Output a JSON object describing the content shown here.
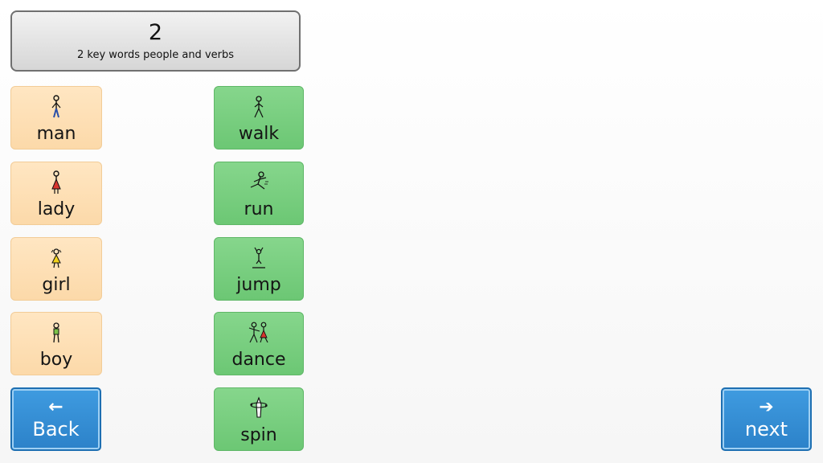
{
  "message": {
    "number": "2",
    "subtitle": "2 key words people and verbs"
  },
  "people": [
    {
      "label": "man",
      "icon": "man-icon"
    },
    {
      "label": "lady",
      "icon": "lady-icon"
    },
    {
      "label": "girl",
      "icon": "girl-icon"
    },
    {
      "label": "boy",
      "icon": "boy-icon"
    }
  ],
  "verbs": [
    {
      "label": "walk",
      "icon": "walk-icon"
    },
    {
      "label": "run",
      "icon": "run-icon"
    },
    {
      "label": "jump",
      "icon": "jump-icon"
    },
    {
      "label": "dance",
      "icon": "dance-icon"
    },
    {
      "label": "spin",
      "icon": "spin-icon"
    }
  ],
  "nav": {
    "back": {
      "label": "Back",
      "arrow": "←"
    },
    "next": {
      "label": "next",
      "arrow": "➔"
    }
  },
  "colors": {
    "people_cell": "#fcd9a9",
    "verb_cell": "#6cc774",
    "nav_button": "#2c82c9"
  }
}
